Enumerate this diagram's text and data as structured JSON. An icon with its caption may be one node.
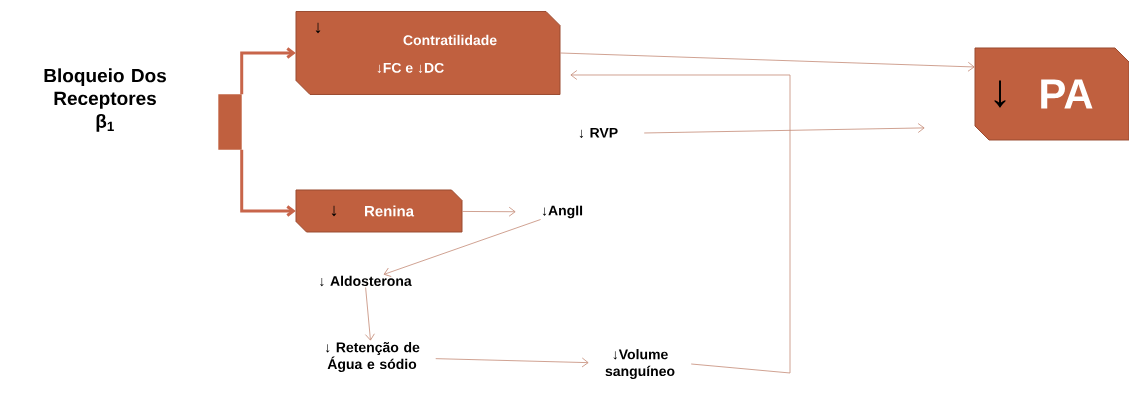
{
  "diagram": {
    "nodes": [
      {
        "text": [
          "Bloqueio Dos Receptores β$_{1}$"
        ]
      },
      {
        "text": [],
        "shape": "bar"
      },
      {
        "text": [
          "↓",
          "Contratilidade",
          "↓FC e ↓DC"
        ]
      },
      {
        "text": [
          "↓",
          "Renina"
        ]
      },
      {
        "text": [
          "↓ RVP"
        ]
      },
      {
        "text": [
          "↓AngII"
        ]
      },
      {
        "text": [
          "↓ Aldosterona"
        ]
      },
      {
        "text": [
          "↓ Retenção de Água e sódio"
        ]
      },
      {
        "text": [
          "↓Volume sanguíneo"
        ]
      },
      {
        "text": [
          "↓",
          "PA"
        ]
      }
    ],
    "edges": [
      {
        "from": 1,
        "to": 2,
        "arrow": "to",
        "style": "thick",
        "color": "#c8654a"
      },
      {
        "from": 1,
        "to": 3,
        "arrow": "to",
        "style": "thick",
        "color": "#c8654a"
      },
      {
        "from": 2,
        "to": 9,
        "arrow": "to"
      },
      {
        "from": 4,
        "to": 9,
        "arrow": "to"
      },
      {
        "from": 3,
        "to": 5,
        "arrow": "to"
      },
      {
        "from": 5,
        "to": 6,
        "arrow": "to"
      },
      {
        "from": 6,
        "to": 7,
        "arrow": "to"
      },
      {
        "from": 7,
        "to": 8,
        "arrow": "to"
      },
      {
        "from": 8,
        "to": 2,
        "arrow": "to"
      }
    ]
  }
}
